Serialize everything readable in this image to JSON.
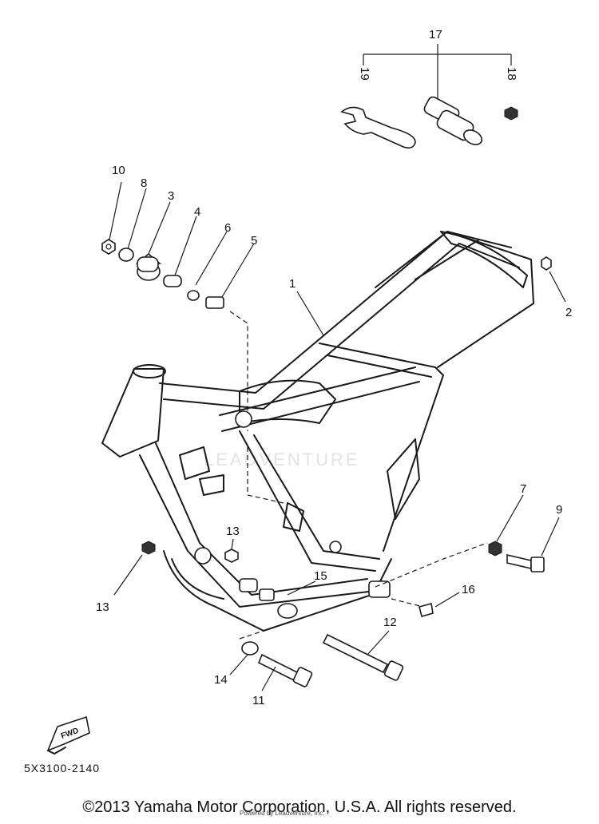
{
  "diagram": {
    "callouts": [
      {
        "id": "c1",
        "text": "1"
      },
      {
        "id": "c2",
        "text": "2"
      },
      {
        "id": "c3",
        "text": "3"
      },
      {
        "id": "c4",
        "text": "4"
      },
      {
        "id": "c5",
        "text": "5"
      },
      {
        "id": "c6",
        "text": "6"
      },
      {
        "id": "c7",
        "text": "7"
      },
      {
        "id": "c8",
        "text": "8"
      },
      {
        "id": "c9",
        "text": "9"
      },
      {
        "id": "c10",
        "text": "10"
      },
      {
        "id": "c11",
        "text": "11"
      },
      {
        "id": "c12",
        "text": "12"
      },
      {
        "id": "c13a",
        "text": "13"
      },
      {
        "id": "c13b",
        "text": "13"
      },
      {
        "id": "c14",
        "text": "14"
      },
      {
        "id": "c15",
        "text": "15"
      },
      {
        "id": "c16",
        "text": "16"
      },
      {
        "id": "c17",
        "text": "17"
      },
      {
        "id": "c18",
        "text": "18"
      },
      {
        "id": "c19",
        "text": "19"
      }
    ],
    "fwd_label": "FWD",
    "diagram_code": "5X3100-2140",
    "watermark": "LEADVENTURE"
  },
  "footer": {
    "copyright": "©2013 Yamaha Motor Corporation, U.S.A. All rights reserved.",
    "sub": "Powered by Leadventure, Inc."
  }
}
